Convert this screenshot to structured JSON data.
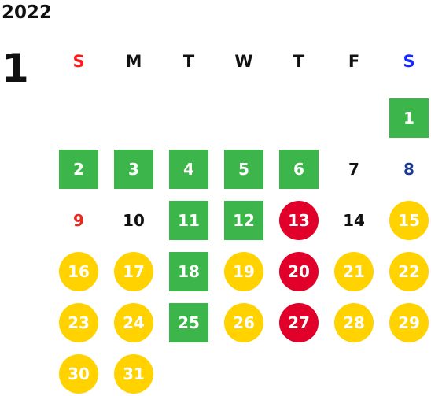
{
  "year": "2022",
  "month": "1",
  "weekdays": [
    {
      "label": "S",
      "color": "#ff1a1a"
    },
    {
      "label": "M",
      "color": "#111111"
    },
    {
      "label": "T",
      "color": "#111111"
    },
    {
      "label": "W",
      "color": "#111111"
    },
    {
      "label": "T",
      "color": "#111111"
    },
    {
      "label": "F",
      "color": "#111111"
    },
    {
      "label": "S",
      "color": "#1428ff"
    }
  ],
  "colors": {
    "green": "#3cb54a",
    "yellow": "#ffd200",
    "red": "#e0002a",
    "sunday_text": "#e8291c",
    "saturday_text": "#1a3a8f",
    "weekday_text": "#111111"
  },
  "days": [
    {
      "day": "1",
      "col": 6,
      "row": 0,
      "style": "green"
    },
    {
      "day": "2",
      "col": 0,
      "row": 1,
      "style": "green"
    },
    {
      "day": "3",
      "col": 1,
      "row": 1,
      "style": "green"
    },
    {
      "day": "4",
      "col": 2,
      "row": 1,
      "style": "green"
    },
    {
      "day": "5",
      "col": 3,
      "row": 1,
      "style": "green"
    },
    {
      "day": "6",
      "col": 4,
      "row": 1,
      "style": "green"
    },
    {
      "day": "7",
      "col": 5,
      "row": 1,
      "style": "plain"
    },
    {
      "day": "8",
      "col": 6,
      "row": 1,
      "style": "plain"
    },
    {
      "day": "9",
      "col": 0,
      "row": 2,
      "style": "plain"
    },
    {
      "day": "10",
      "col": 1,
      "row": 2,
      "style": "plain"
    },
    {
      "day": "11",
      "col": 2,
      "row": 2,
      "style": "green"
    },
    {
      "day": "12",
      "col": 3,
      "row": 2,
      "style": "green"
    },
    {
      "day": "13",
      "col": 4,
      "row": 2,
      "style": "red"
    },
    {
      "day": "14",
      "col": 5,
      "row": 2,
      "style": "plain"
    },
    {
      "day": "15",
      "col": 6,
      "row": 2,
      "style": "yellow"
    },
    {
      "day": "16",
      "col": 0,
      "row": 3,
      "style": "yellow"
    },
    {
      "day": "17",
      "col": 1,
      "row": 3,
      "style": "yellow"
    },
    {
      "day": "18",
      "col": 2,
      "row": 3,
      "style": "green"
    },
    {
      "day": "19",
      "col": 3,
      "row": 3,
      "style": "yellow"
    },
    {
      "day": "20",
      "col": 4,
      "row": 3,
      "style": "red"
    },
    {
      "day": "21",
      "col": 5,
      "row": 3,
      "style": "yellow"
    },
    {
      "day": "22",
      "col": 6,
      "row": 3,
      "style": "yellow"
    },
    {
      "day": "23",
      "col": 0,
      "row": 4,
      "style": "yellow"
    },
    {
      "day": "24",
      "col": 1,
      "row": 4,
      "style": "yellow"
    },
    {
      "day": "25",
      "col": 2,
      "row": 4,
      "style": "green"
    },
    {
      "day": "26",
      "col": 3,
      "row": 4,
      "style": "yellow"
    },
    {
      "day": "27",
      "col": 4,
      "row": 4,
      "style": "red"
    },
    {
      "day": "28",
      "col": 5,
      "row": 4,
      "style": "yellow"
    },
    {
      "day": "29",
      "col": 6,
      "row": 4,
      "style": "yellow"
    },
    {
      "day": "30",
      "col": 0,
      "row": 5,
      "style": "yellow"
    },
    {
      "day": "31",
      "col": 1,
      "row": 5,
      "style": "yellow"
    }
  ]
}
